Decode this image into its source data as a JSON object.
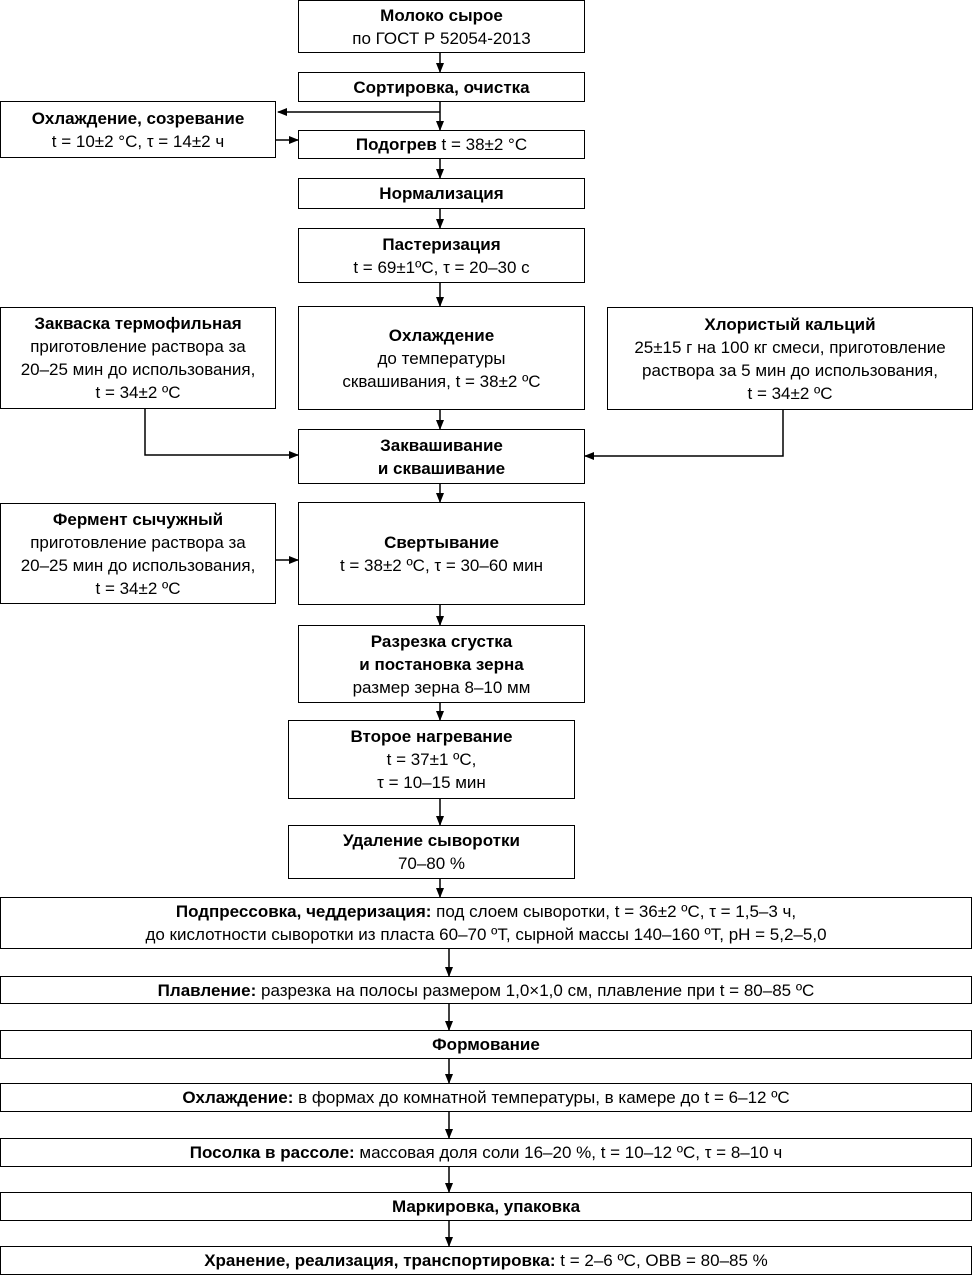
{
  "diagram": {
    "milk": {
      "title": "Молоко сырое",
      "detail": "по ГОСТ Р 52054-2013"
    },
    "sorting": {
      "title": "Сортировка, очистка"
    },
    "cooling_ripening": {
      "title": "Охлаждение, созревание",
      "detail": "t = 10±2 °С, τ = 14±2 ч"
    },
    "heating": {
      "title": "Подогрев",
      "detail": "t = 38±2 °С"
    },
    "normalization": {
      "title": "Нормализация"
    },
    "pasteurization": {
      "title": "Пастеризация",
      "detail": "t = 69±1ºС, τ = 20–30 с"
    },
    "starter": {
      "title": "Закваска термофильная",
      "lines": [
        "приготовление раствора за",
        "20–25 мин до использования,",
        "t = 34±2 ºС"
      ]
    },
    "cooling": {
      "title": "Охлаждение",
      "lines": [
        "до температуры",
        "сквашивания, t = 38±2 ºС"
      ]
    },
    "calcium": {
      "title": "Хлористый кальций",
      "lines": [
        "25±15 г на 100 кг смеси, приготовление",
        "раствора за 5 мин до использования,",
        "t = 34±2 ºС"
      ]
    },
    "fermentation": {
      "title_lines": [
        "Заквашивание",
        "и сквашивание"
      ]
    },
    "rennet": {
      "title": "Фермент сычужный",
      "lines": [
        "приготовление раствора за",
        "20–25 мин до использования,",
        "t = 34±2 ºС"
      ]
    },
    "coagulation": {
      "title": "Свертывание",
      "detail": "t = 38±2 ºС, τ = 30–60 мин"
    },
    "cutting": {
      "title_lines": [
        "Разрезка сгустка",
        "и постановка зерна"
      ],
      "detail": "размер зерна 8–10 мм"
    },
    "second_heating": {
      "title": "Второе нагревание",
      "lines": [
        "t = 37±1 ºС,",
        "τ = 10–15 мин"
      ]
    },
    "whey_removal": {
      "title": "Удаление сыворотки",
      "detail": "70–80 %"
    },
    "pressing": {
      "title": "Подпрессовка, чеддеризация:",
      "detail": "под слоем сыворотки, t = 36±2 ºС, τ = 1,5–3 ч,",
      "line2": "до кислотности сыворотки из пласта 60–70 ºТ, сырной массы 140–160 ºТ, pH = 5,2–5,0"
    },
    "melting": {
      "title": "Плавление:",
      "detail": "разрезка на полосы размером 1,0×1,0 см, плавление при t = 80–85 ºС"
    },
    "molding": {
      "title": "Формование"
    },
    "final_cooling": {
      "title": "Охлаждение:",
      "detail": "в формах до комнатной температуры, в камере до t = 6–12 ºС"
    },
    "salting": {
      "title": "Посолка в рассоле:",
      "detail": "массовая доля соли 16–20 %, t = 10–12 ºС, τ = 8–10 ч"
    },
    "labeling": {
      "title": "Маркировка, упаковка"
    },
    "storage": {
      "title": "Хранение, реализация, транспортировка:",
      "detail": "t = 2–6 ºС, ОВВ = 80–85 %"
    }
  }
}
